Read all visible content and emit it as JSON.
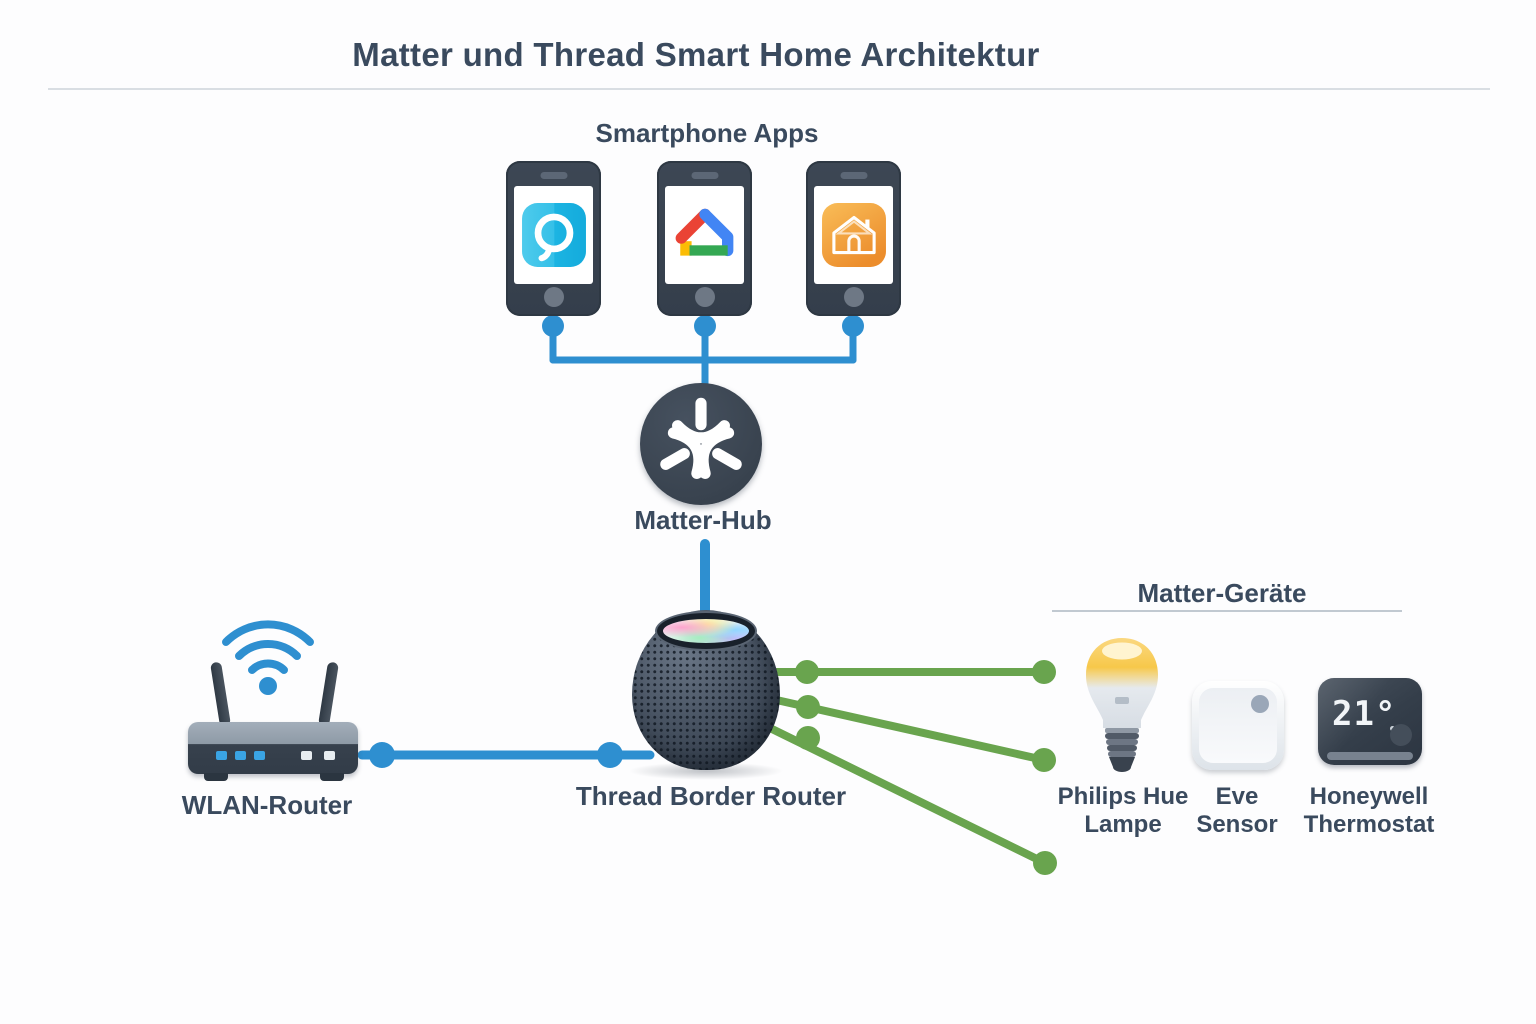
{
  "title": "Matter und Thread Smart Home Architektur",
  "apps": {
    "heading": "Smartphone Apps",
    "items": [
      {
        "icon": "alexa-app-icon"
      },
      {
        "icon": "google-home-app-icon"
      },
      {
        "icon": "apple-home-app-icon"
      }
    ]
  },
  "hub": {
    "label": "Matter-Hub"
  },
  "wlan_router": {
    "label": "WLAN-Router"
  },
  "border_router": {
    "label": "Thread Border Router"
  },
  "devices": {
    "heading": "Matter-Geräte",
    "items": [
      {
        "line1": "Philips Hue",
        "line2": "Lampe",
        "icon": "hue-bulb-icon"
      },
      {
        "line1": "Eve",
        "line2": "Sensor",
        "icon": "eve-sensor-icon"
      },
      {
        "line1": "Honeywell",
        "line2": "Thermostat",
        "icon": "thermostat-icon"
      }
    ]
  },
  "thermostat": {
    "temperature": "21°"
  },
  "colors": {
    "blue": "#2E8FD0",
    "green": "#69A44E",
    "slate": "#39434F",
    "text": "#3A4A5E"
  }
}
